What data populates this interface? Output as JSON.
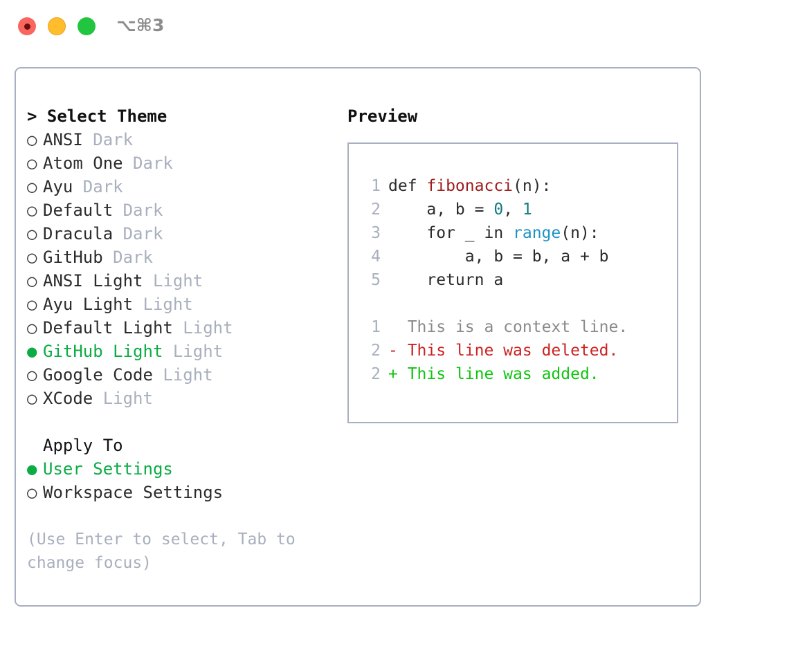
{
  "window": {
    "shortcut": "⌥⌘3",
    "traffic_lights": [
      {
        "name": "close",
        "color": "#f9655f"
      },
      {
        "name": "minimize",
        "color": "#ffbd2e"
      },
      {
        "name": "maximize",
        "color": "#22c53f"
      }
    ],
    "border_color": "#a7afc0"
  },
  "theme_picker": {
    "header": "> Select Theme",
    "items": [
      {
        "bullet": "○",
        "label": "ANSI",
        "suffix": "Dark",
        "selected": false
      },
      {
        "bullet": "○",
        "label": "Atom One",
        "suffix": "Dark",
        "selected": false
      },
      {
        "bullet": "○",
        "label": "Ayu",
        "suffix": "Dark",
        "selected": false
      },
      {
        "bullet": "○",
        "label": "Default",
        "suffix": "Dark",
        "selected": false
      },
      {
        "bullet": "○",
        "label": "Dracula",
        "suffix": "Dark",
        "selected": false
      },
      {
        "bullet": "○",
        "label": "GitHub",
        "suffix": "Dark",
        "selected": false
      },
      {
        "bullet": "○",
        "label": "ANSI Light",
        "suffix": "Light",
        "selected": false
      },
      {
        "bullet": "○",
        "label": "Ayu Light",
        "suffix": "Light",
        "selected": false
      },
      {
        "bullet": "○",
        "label": "Default Light",
        "suffix": "Light",
        "selected": false
      },
      {
        "bullet": "●",
        "label": "GitHub Light",
        "suffix": "Light",
        "selected": true
      },
      {
        "bullet": "○",
        "label": "Google Code",
        "suffix": "Light",
        "selected": false
      },
      {
        "bullet": "○",
        "label": "XCode",
        "suffix": "Light",
        "selected": false
      }
    ],
    "apply_to": {
      "title": "Apply To",
      "options": [
        {
          "bullet": "●",
          "label": "User Settings",
          "selected": true
        },
        {
          "bullet": "○",
          "label": "Workspace Settings",
          "selected": false
        }
      ]
    },
    "hint": "(Use Enter to select, Tab to change focus)",
    "selected_color": "#0bac44",
    "muted_color": "#a8afbd"
  },
  "preview": {
    "title": "Preview",
    "code": [
      {
        "num": "1",
        "tokens": [
          {
            "t": "def ",
            "c": "txt"
          },
          {
            "t": "fibonacci",
            "c": "fn"
          },
          {
            "t": "(n):",
            "c": "txt"
          }
        ]
      },
      {
        "num": "2",
        "tokens": [
          {
            "t": "    a, b = ",
            "c": "txt"
          },
          {
            "t": "0",
            "c": "num"
          },
          {
            "t": ", ",
            "c": "txt"
          },
          {
            "t": "1",
            "c": "num"
          }
        ]
      },
      {
        "num": "3",
        "tokens": [
          {
            "t": "    for _ in ",
            "c": "txt"
          },
          {
            "t": "range",
            "c": "call"
          },
          {
            "t": "(n):",
            "c": "txt"
          }
        ]
      },
      {
        "num": "4",
        "tokens": [
          {
            "t": "        a, b = b, a + b",
            "c": "txt"
          }
        ]
      },
      {
        "num": "5",
        "tokens": [
          {
            "t": "    return a",
            "c": "txt"
          }
        ]
      }
    ],
    "diff": [
      {
        "num": "1",
        "marker": "  ",
        "text": "This is a context line.",
        "kind": "ctx"
      },
      {
        "num": "2",
        "marker": "- ",
        "text": "This line was deleted.",
        "kind": "del"
      },
      {
        "num": "2",
        "marker": "+ ",
        "text": "This line was added.",
        "kind": "add"
      }
    ],
    "colors": {
      "function": "#9e1c1c",
      "number": "#0f7a80",
      "call": "#1d93c4",
      "line_number": "#a8afbd",
      "diff_context": "#8a8a8a",
      "diff_deleted": "#cc2222",
      "diff_added": "#0fc40f"
    }
  }
}
